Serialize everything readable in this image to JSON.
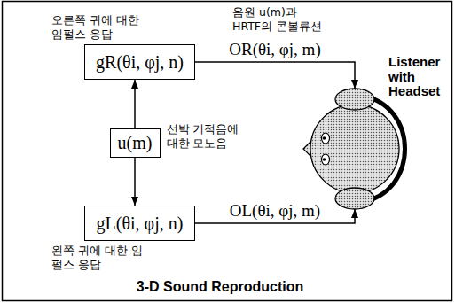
{
  "diagram": {
    "caption": "3-D Sound Reproduction",
    "nodes": [
      {
        "text": [
          "오른쪽 귀에 대한 임펄스 응답",
          "gR(θi, φj, n)"
        ]
      },
      {
        "text": [
          "u(m)",
          "선박 기적음에 대한 모노음"
        ]
      },
      {
        "text": [
          "gL(θi, φj, n)",
          "왼쪽 귀에 대한 임펄스 응답"
        ]
      },
      {
        "text": [
          "Listener with Headset"
        ]
      }
    ],
    "edges": [
      {
        "from": 1,
        "to": 0,
        "arrow": "to"
      },
      {
        "from": 1,
        "to": 2,
        "arrow": "to"
      },
      {
        "from": 0,
        "to": 3,
        "arrow": "to",
        "label": "OR(θi, φj, m)"
      },
      {
        "from": 2,
        "to": 3,
        "arrow": "to",
        "label": "OL(θi, φj, m)"
      }
    ],
    "labels": [
      "음원 u(m)과 HRTF의 콘볼류션"
    ]
  }
}
